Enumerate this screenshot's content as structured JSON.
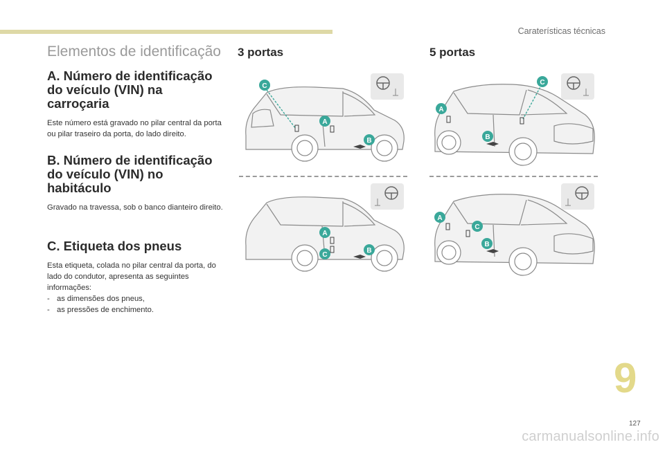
{
  "header": {
    "section_label": "Caraterísticas técnicas"
  },
  "title": "Elementos de identificação",
  "blocks": {
    "a": {
      "heading": "A. Número de identificação do veículo (VIN) na carroçaria",
      "text": "Este número está gravado no pilar central da porta ou pilar traseiro da porta, do lado direito."
    },
    "b": {
      "heading": "B. Número de identificação do veículo (VIN) no habitáculo",
      "text": "Gravado na travessa, sob o banco dianteiro direito."
    },
    "c": {
      "heading": "C. Etiqueta dos pneus",
      "text": "Esta etiqueta, colada no pilar central da porta, do lado do condutor, apresenta as seguintes informações:",
      "items": [
        "as dimensões dos pneus,",
        "as pressões de enchimento."
      ],
      "bullet": "-"
    }
  },
  "columns": {
    "three_door": "3 portas",
    "five_door": "5 portas"
  },
  "markers": {
    "a": "A",
    "b": "B",
    "c": "C"
  },
  "chapter_number": "9",
  "page_number": "127",
  "watermark": "carmanualsonline.info",
  "colors": {
    "accent_bar": "#ded9a6",
    "marker": "#3aa89a",
    "chapter_number": "#e3d98a",
    "outline": "#8a8a8a"
  },
  "icons": [
    "steering-wheel-icon",
    "car-outline-icon",
    "vin-plate-icon"
  ]
}
